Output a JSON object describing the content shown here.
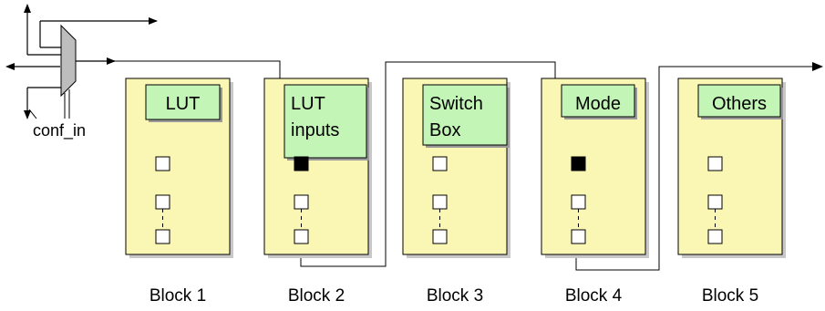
{
  "diagram": {
    "conf_label": "conf_in",
    "blocks": [
      {
        "label": "Block 1",
        "header": [
          "LUT"
        ],
        "filled_cell": false
      },
      {
        "label": "Block 2",
        "header": [
          "LUT",
          "inputs"
        ],
        "filled_cell": true
      },
      {
        "label": "Block 3",
        "header": [
          "Switch",
          "Box"
        ],
        "filled_cell": false
      },
      {
        "label": "Block 4",
        "header": [
          "Mode"
        ],
        "filled_cell": true
      },
      {
        "label": "Block 5",
        "header": [
          "Others"
        ],
        "filled_cell": false
      }
    ],
    "colors": {
      "block_fill": "#faf6b4",
      "header_fill": "#c2f5b6",
      "filled_cell": "#000000",
      "line": "#000000"
    }
  }
}
